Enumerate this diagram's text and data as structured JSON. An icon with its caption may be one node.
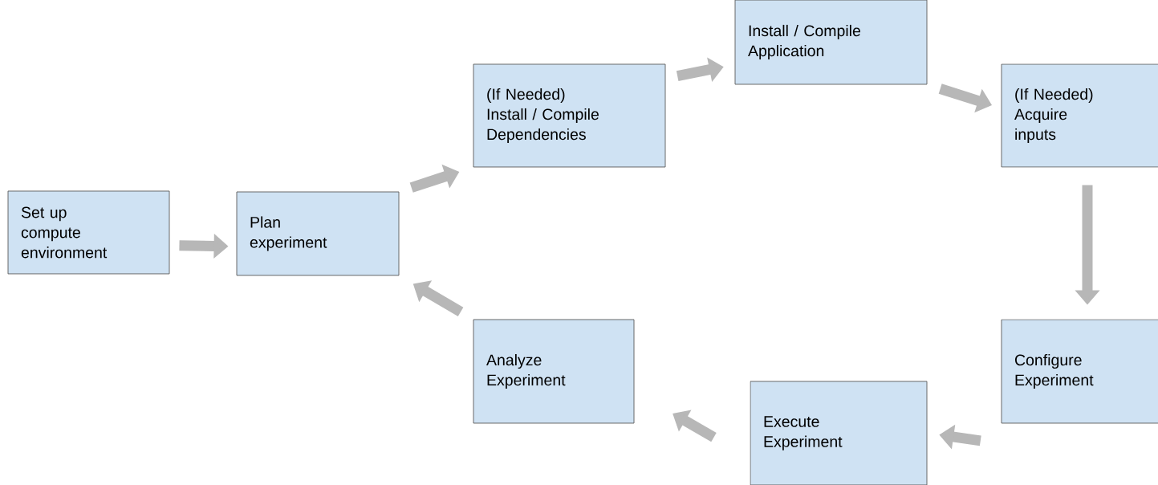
{
  "diagram": {
    "nodes": [
      {
        "text": [
          "Set up compute environment"
        ]
      },
      {
        "text": [
          "Plan experiment"
        ]
      },
      {
        "text": [
          "(If Needed) Install / Compile Dependencies"
        ]
      },
      {
        "text": [
          "Install / Compile Application"
        ]
      },
      {
        "text": [
          "(If Needed) Acquire inputs"
        ]
      },
      {
        "text": [
          "Configure Experiment"
        ]
      },
      {
        "text": [
          "Execute Experiment"
        ]
      },
      {
        "text": [
          "Analyze Experiment"
        ]
      }
    ],
    "edges": [
      {
        "from": 0,
        "to": 1,
        "arrow": "to"
      },
      {
        "from": 1,
        "to": 2,
        "arrow": "to"
      },
      {
        "from": 2,
        "to": 3,
        "arrow": "to"
      },
      {
        "from": 3,
        "to": 4,
        "arrow": "to"
      },
      {
        "from": 4,
        "to": 5,
        "arrow": "to"
      },
      {
        "from": 5,
        "to": 6,
        "arrow": "to"
      },
      {
        "from": 6,
        "to": 7,
        "arrow": "to"
      },
      {
        "from": 7,
        "to": 1,
        "arrow": "to"
      }
    ]
  }
}
